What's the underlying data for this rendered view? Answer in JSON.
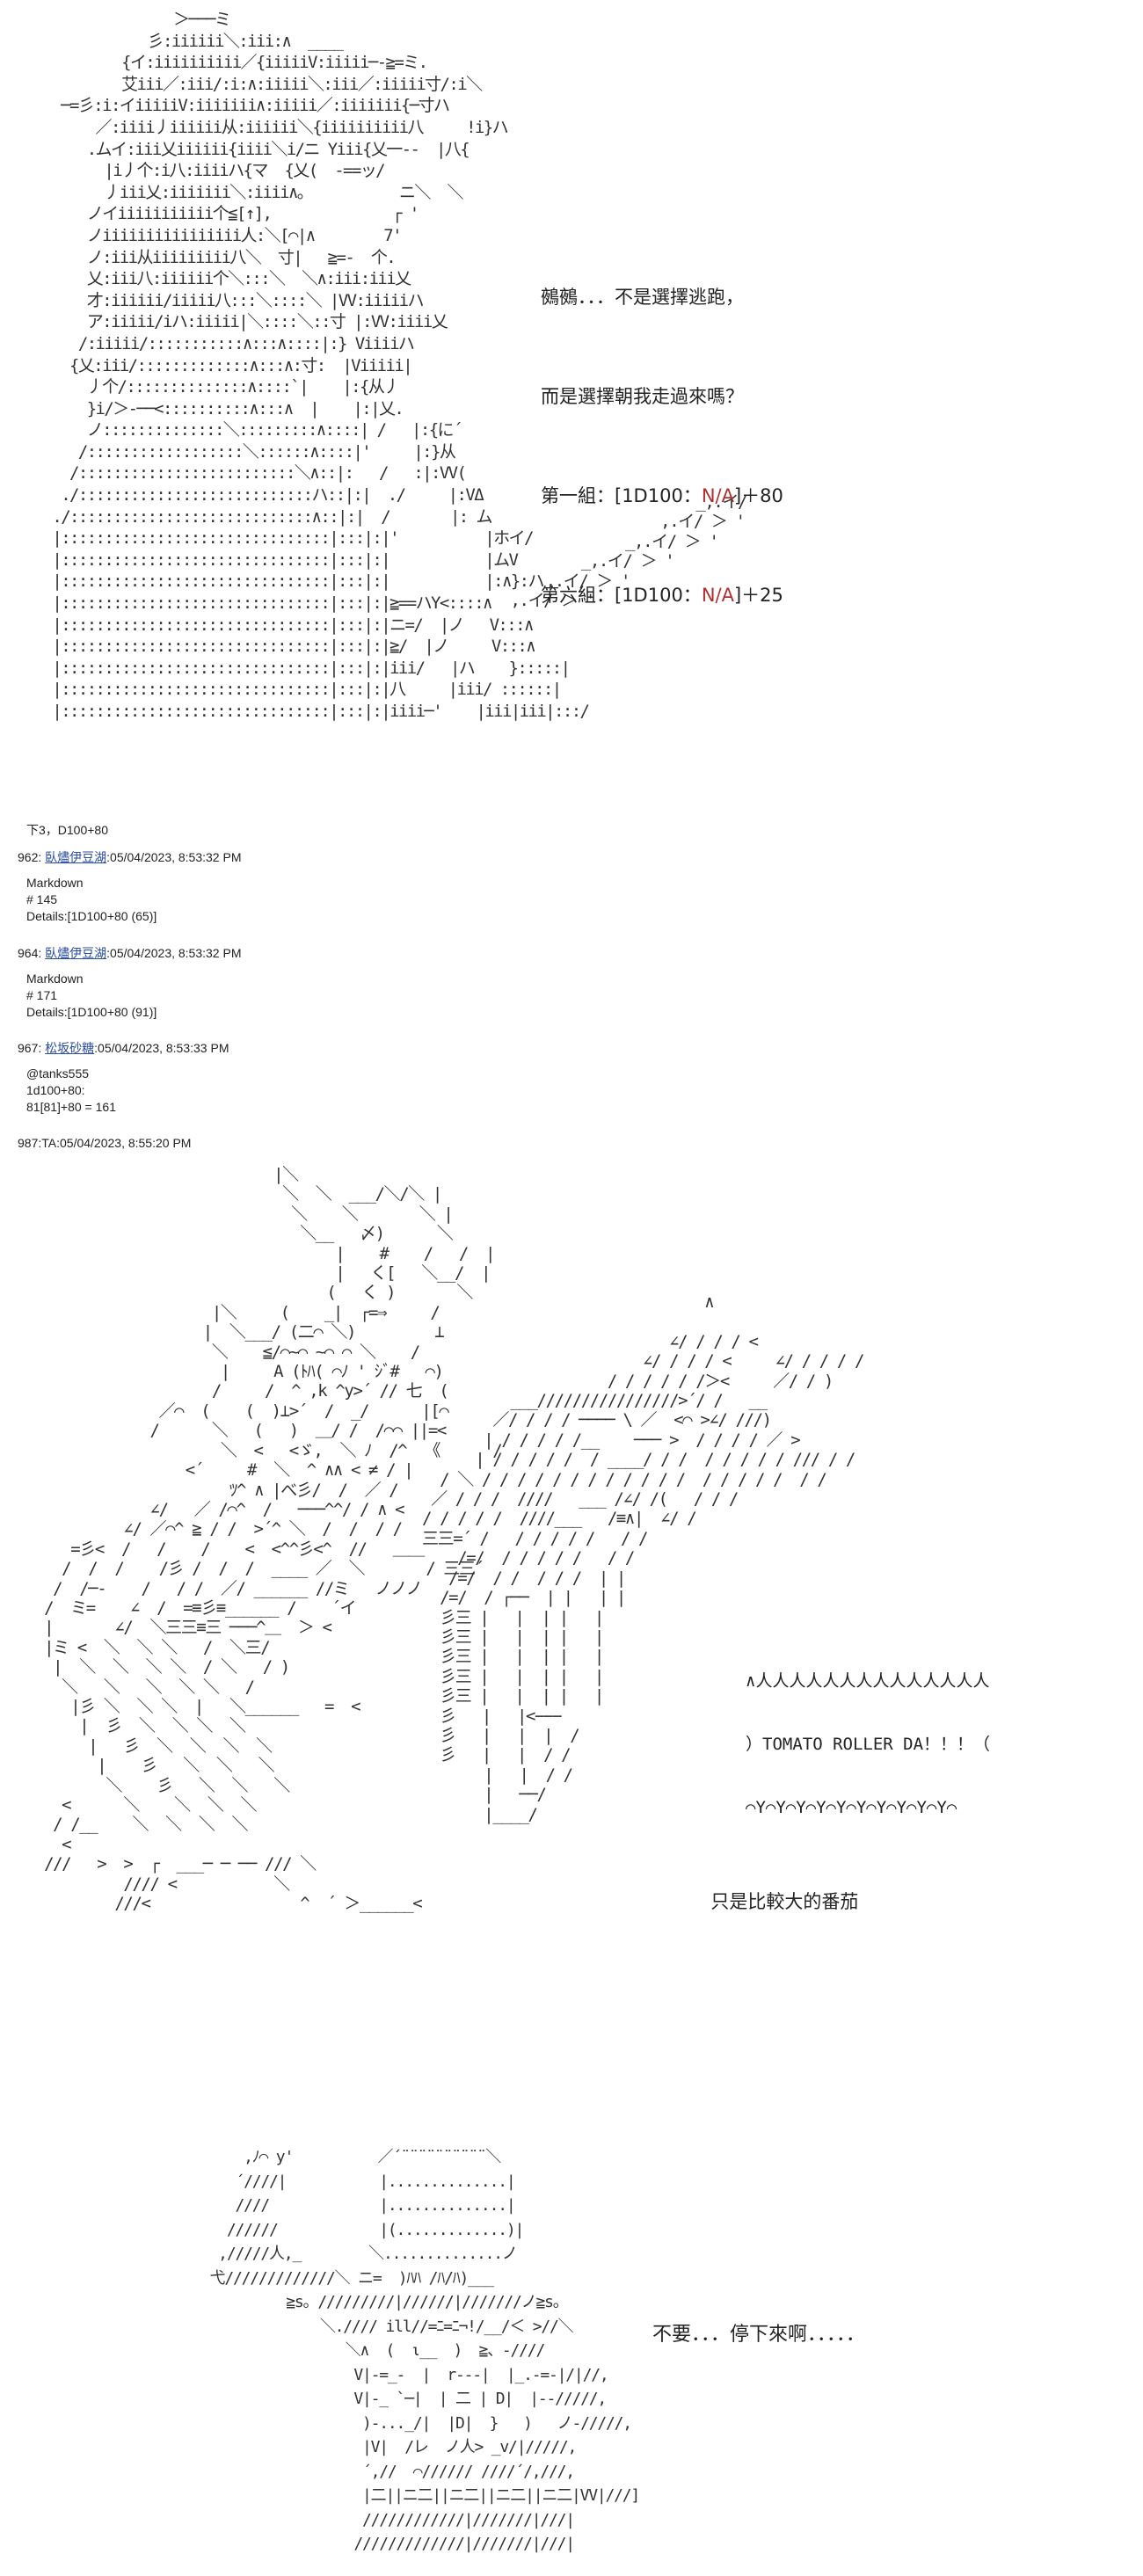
{
  "panel1": {
    "dialog": {
      "line1": "鵺鵺．．．不是選擇逃跑，",
      "line2": "而是選擇朝我走過來嗎？",
      "group1": {
        "label": "第一組：[1D100：",
        "na": "N/A",
        "tail": "]＋80"
      },
      "group6": {
        "label": "第六組：[1D100：",
        "na": "N/A",
        "tail": "]＋25"
      }
    },
    "note": "下3，D100+80"
  },
  "posts": [
    {
      "num": "962",
      "user": "臥燼伊豆湖",
      "time": ":05/04/2023, 8:53:32 PM",
      "lines": [
        "Markdown",
        "# 145",
        "Details:[1D100+80 (65)]"
      ]
    },
    {
      "num": "964",
      "user": "臥燼伊豆湖",
      "time": ":05/04/2023, 8:53:32 PM",
      "lines": [
        "Markdown",
        "# 171",
        "Details:[1D100+80 (91)]"
      ]
    },
    {
      "num": "967",
      "user": "松坂砂糖",
      "time": ":05/04/2023, 8:53:33 PM",
      "lines": [
        "@tanks555",
        "1d100+80:",
        "81[81]+80 = 161"
      ]
    },
    {
      "num": "987",
      "user": "TA",
      "time": ":05/04/2023, 8:55:20 PM",
      "lines": []
    }
  ],
  "panel2": {
    "shout_top": "∧人人人人人人人人人人人人人人",
    "shout_mid": "）TOMATO ROLLER DA！！！（",
    "shout_bot": "⌒Y⌒Y⌒Y⌒Y⌒Y⌒Y⌒Y⌒Y⌒Y⌒Y⌒",
    "tomato_note": "只是比較大的番茄"
  },
  "panel3": {
    "caption": "不要．．．停下來啊．．．．．"
  }
}
